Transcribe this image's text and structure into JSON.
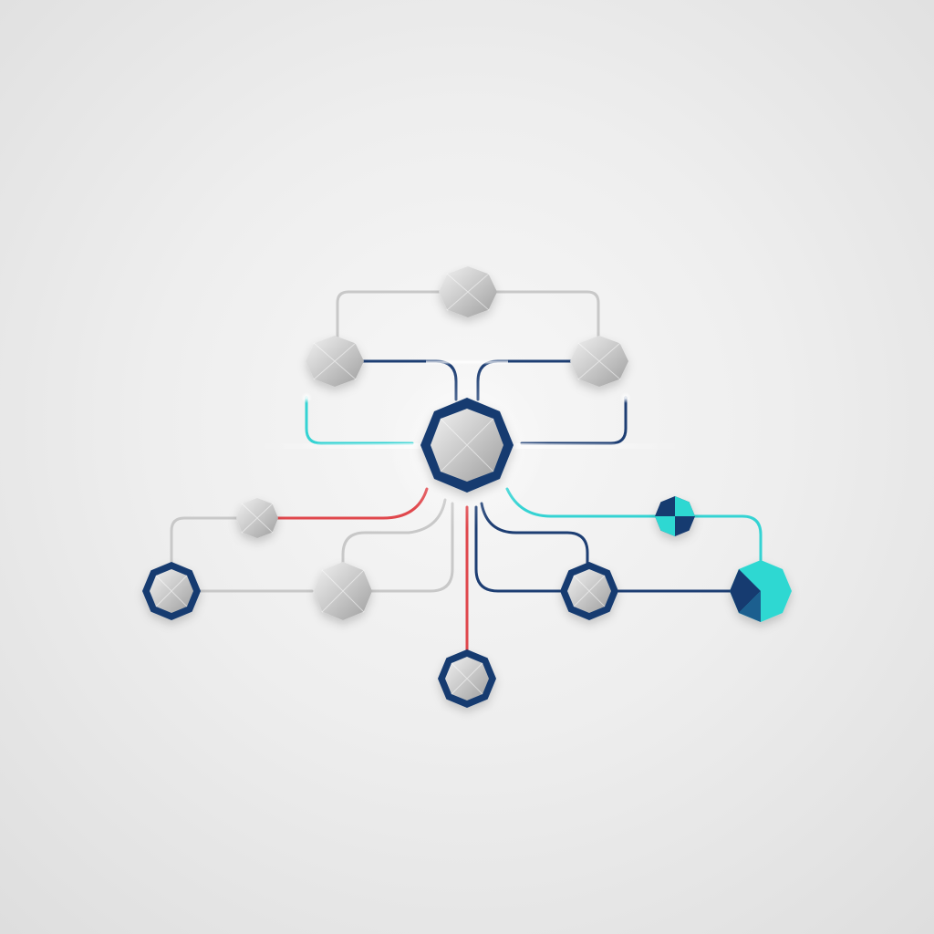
{
  "diagram": {
    "background": "#eeeeee",
    "colors": {
      "connector_gray": "#c8c8c8",
      "connector_navy": "#1d3e73",
      "connector_teal": "#34d3d3",
      "connector_red": "#e0474c",
      "node_navy": "#153a70",
      "node_teal": "#2fd8d2",
      "node_silver": "#c9c9c9"
    },
    "nodes": [
      {
        "id": "hub",
        "style": "silver-navy-ring"
      },
      {
        "id": "top",
        "style": "silver"
      },
      {
        "id": "upper-left",
        "style": "silver"
      },
      {
        "id": "upper-right",
        "style": "silver"
      },
      {
        "id": "mid-left-small",
        "style": "silver"
      },
      {
        "id": "far-left",
        "style": "silver-navy-ring"
      },
      {
        "id": "lower-left",
        "style": "silver"
      },
      {
        "id": "bottom",
        "style": "silver-navy-ring"
      },
      {
        "id": "lower-right",
        "style": "silver-navy-ring"
      },
      {
        "id": "small-right",
        "style": "navy-teal"
      },
      {
        "id": "far-right",
        "style": "teal-navy"
      }
    ],
    "connections": [
      {
        "from": "top",
        "to": "upper-left",
        "color": "connector_gray"
      },
      {
        "from": "top",
        "to": "upper-right",
        "color": "connector_gray"
      },
      {
        "from": "upper-left",
        "to": "hub",
        "color": "connector_navy"
      },
      {
        "from": "upper-right",
        "to": "hub",
        "color": "connector_navy"
      },
      {
        "from": "hub",
        "to": "left-terminal",
        "color": "connector_teal"
      },
      {
        "from": "hub",
        "to": "right-terminal",
        "color": "connector_navy"
      },
      {
        "from": "hub",
        "to": "mid-left-small",
        "color": "connector_red"
      },
      {
        "from": "mid-left-small",
        "to": "far-left",
        "color": "connector_gray"
      },
      {
        "from": "far-left",
        "to": "lower-left",
        "color": "connector_gray"
      },
      {
        "from": "hub",
        "to": "lower-left",
        "color": "connector_gray"
      },
      {
        "from": "hub",
        "to": "bottom",
        "color": "connector_red"
      },
      {
        "from": "hub",
        "to": "lower-right",
        "color": "connector_navy"
      },
      {
        "from": "lower-right",
        "to": "far-right",
        "color": "connector_navy"
      },
      {
        "from": "hub",
        "to": "small-right",
        "color": "connector_teal"
      },
      {
        "from": "small-right",
        "to": "far-right",
        "color": "connector_teal"
      }
    ]
  }
}
